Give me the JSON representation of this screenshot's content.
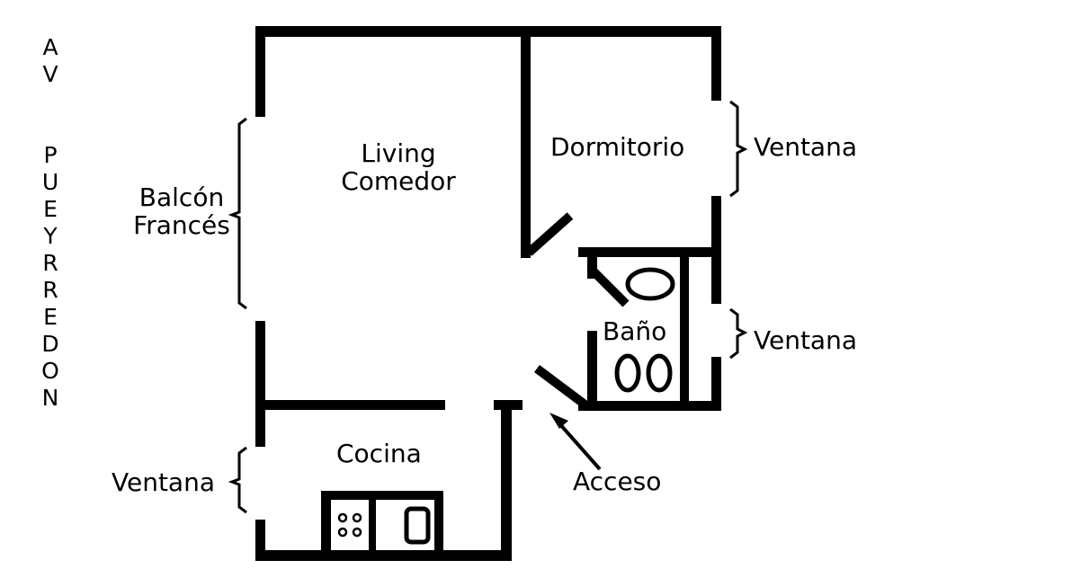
{
  "street": {
    "line1": "AV",
    "line2": "PUEYRREDON"
  },
  "rooms": {
    "living_line1": "Living",
    "living_line2": "Comedor",
    "dormitorio": "Dormitorio",
    "bano": "Baño",
    "cocina": "Cocina"
  },
  "annotations": {
    "balcon_line1": "Balcón",
    "balcon_line2": "Francés",
    "ventana_dormitorio": "Ventana",
    "ventana_bano": "Ventana",
    "ventana_cocina": "Ventana",
    "acceso": "Acceso"
  }
}
